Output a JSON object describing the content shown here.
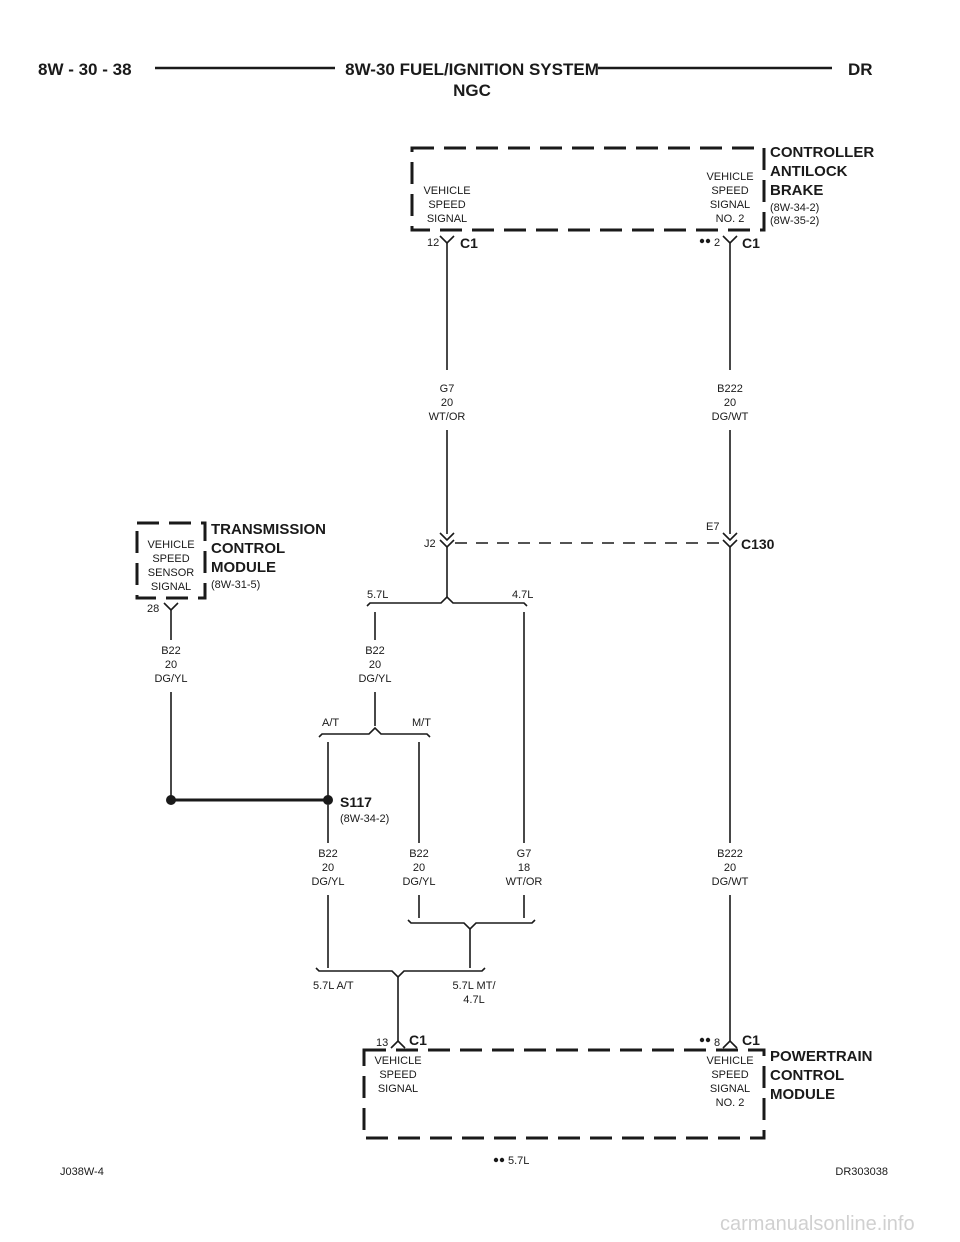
{
  "header": {
    "page_ref": "8W - 30 - 38",
    "title": "8W-30 FUEL/IGNITION SYSTEM",
    "subtitle": "NGC",
    "code": "DR"
  },
  "components": {
    "abs": {
      "name_lines": [
        "CONTROLLER",
        "ANTILOCK",
        "BRAKE"
      ],
      "refs": [
        "(8W-34-2)",
        "(8W-35-2)"
      ],
      "pin_left": {
        "lines": [
          "VEHICLE",
          "SPEED",
          "SIGNAL"
        ],
        "pin": "12",
        "connector": "C1"
      },
      "pin_right": {
        "lines": [
          "VEHICLE",
          "SPEED",
          "SIGNAL",
          "NO. 2"
        ],
        "pin": "2",
        "connector": "C1"
      }
    },
    "tcm": {
      "name_lines": [
        "TRANSMISSION",
        "CONTROL",
        "MODULE"
      ],
      "ref": "(8W-31-5)",
      "pin": {
        "lines": [
          "VEHICLE",
          "SPEED",
          "SENSOR",
          "SIGNAL"
        ],
        "pin": "28"
      }
    },
    "pcm": {
      "name_lines": [
        "POWERTRAIN",
        "CONTROL",
        "MODULE"
      ],
      "pin_left": {
        "lines": [
          "VEHICLE",
          "SPEED",
          "SIGNAL"
        ],
        "pin": "13",
        "connector": "C1"
      },
      "pin_right": {
        "lines": [
          "VEHICLE",
          "SPEED",
          "SIGNAL",
          "NO. 2"
        ],
        "pin": "8",
        "connector": "C1"
      }
    }
  },
  "connector_c130": {
    "name": "C130",
    "pin_left": "J2",
    "pin_right": "E7"
  },
  "splice": {
    "name": "S117",
    "ref": "(8W-34-2)"
  },
  "wires": {
    "g7_top": [
      "G7",
      "20",
      "WT/OR"
    ],
    "b222_top": [
      "B222",
      "20",
      "DG/WT"
    ],
    "b22_tcm": [
      "B22",
      "20",
      "DG/YL"
    ],
    "b22_mid": [
      "B22",
      "20",
      "DG/YL"
    ],
    "b22_s117": [
      "B22",
      "20",
      "DG/YL"
    ],
    "b22_mt": [
      "B22",
      "20",
      "DG/YL"
    ],
    "g7_47": [
      "G7",
      "18",
      "WT/OR"
    ],
    "b222_bottom": [
      "B222",
      "20",
      "DG/WT"
    ]
  },
  "branches": {
    "eng_left": "5.7L",
    "eng_right": "4.7L",
    "trans_left": "A/T",
    "trans_right": "M/T",
    "pcm_left": "5.7L A/T",
    "pcm_right_lines": [
      "5.7L MT/",
      "4.7L"
    ]
  },
  "footer": {
    "left": "J038W-4",
    "center": "5.7L",
    "right": "DR303038"
  },
  "watermark": "carmanualsonline.info",
  "icons": {
    "option_marker": "double-dot-icon",
    "splice_dot": "splice-dot-icon"
  }
}
